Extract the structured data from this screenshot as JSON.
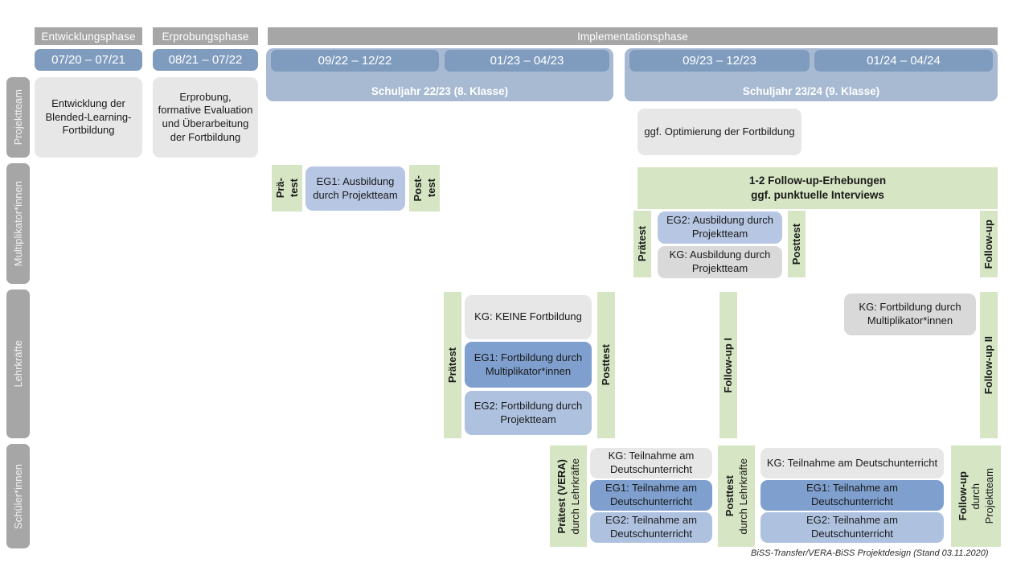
{
  "diagram": {
    "title_note": "BiSS-Transfer/VERA-BiSS Projektdesign (Stand 03.11.2020)",
    "colors": {
      "phase_bar": "#a6a6a6",
      "period_pill": "#7F9CBF",
      "year_band": "#A8BAD2",
      "row_label": "#a6a6a6",
      "green_strip": "#D6E5C3",
      "kg_gray": "#E7E7E7",
      "eg1_blue": "#7FA0CE",
      "eg2_blue": "#AEC2E0"
    }
  },
  "phases": [
    {
      "label": "Entwicklungsphase"
    },
    {
      "label": "Erprobungsphase"
    },
    {
      "label": "Implementationsphase"
    }
  ],
  "periods": [
    {
      "label": "07/20 – 07/21"
    },
    {
      "label": "08/21 – 07/22"
    },
    {
      "label": "09/22 – 12/22"
    },
    {
      "label": "01/23 – 04/23"
    },
    {
      "label": "09/23 – 12/23"
    },
    {
      "label": "01/24 – 04/24"
    }
  ],
  "school_years": [
    {
      "label": "Schuljahr 22/23 (8. Klasse)"
    },
    {
      "label": "Schuljahr 23/24 (9. Klasse)"
    }
  ],
  "rows": [
    {
      "label": "Projektteam"
    },
    {
      "label": "Multiplikator*innen"
    },
    {
      "label": "Lehrkräfte"
    },
    {
      "label": "Schüler*innen"
    }
  ],
  "projektteam": {
    "entwicklung": "Entwicklung der Blended-Learning-Fortbildung",
    "erprobung": "Erprobung, formative Evaluation und Überarbeitung der Fortbildung",
    "optimierung": "ggf. Optimierung der Fortbildung"
  },
  "multiplikatoren": {
    "praetest_line1": "Prä-",
    "praetest_line2": "test",
    "posttest_line1": "Post-",
    "posttest_line2": "test",
    "eg1_ausbildung": "EG1: Ausbildung durch Projektteam",
    "followup_banner_line1": "1-2 Follow-up-Erhebungen",
    "followup_banner_line2": "ggf. punktuelle Interviews",
    "praetest2": "Prätest",
    "posttest2": "Posttest",
    "followup": "Follow-up",
    "eg2_ausbildung": "EG2:  Ausbildung durch Projektteam",
    "kg_ausbildung": "KG: Ausbildung durch Projektteam"
  },
  "lehrkraefte": {
    "praetest": "Prätest",
    "posttest": "Posttest",
    "followup_1": "Follow-up I",
    "followup_2": "Follow-up II",
    "kg_keine": "KG:  KEINE Fortbildung",
    "eg1_fortbildung": "EG1: Fortbildung durch Multiplikator*innen",
    "eg2_fortbildung": "EG2: Fortbildung durch Projektteam",
    "kg_fortbildung": "KG: Fortbildung durch Multiplikator*innen"
  },
  "schuelerinnen": {
    "praetest_bold": "Prätest (VERA)",
    "praetest_sub": "durch Lehrkräfte",
    "posttest_bold": "Posttest",
    "posttest_sub": "durch Lehrkräfte",
    "followup_bold": "Follow-up",
    "followup_sub1": "durch",
    "followup_sub2": "Projektteam",
    "kg_left": "KG: Teilnahme am Deutschunterricht",
    "eg1_left": "EG1: Teilnahme am Deutschunterricht",
    "eg2_left": "EG2: Teilnahme am Deutschunterricht",
    "kg_right": "KG: Teilnahme am Deutschunterricht",
    "eg1_right": "EG1: Teilnahme am Deutschunterricht",
    "eg2_right": "EG2: Teilnahme am Deutschunterricht"
  }
}
